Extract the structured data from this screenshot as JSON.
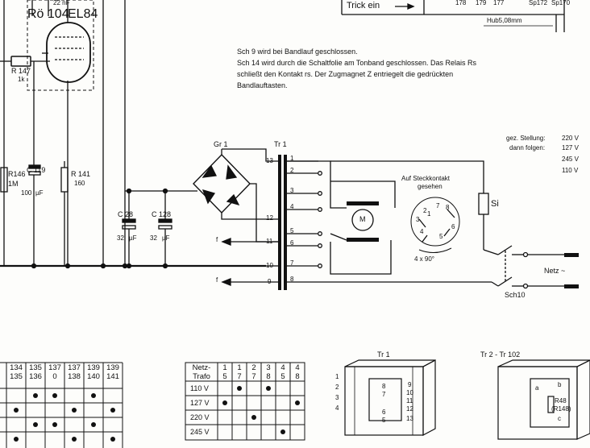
{
  "tube": {
    "label_ro": "Rö 104",
    "label_type": "EL84",
    "cap_top": "22 nF"
  },
  "resistors": {
    "r147": {
      "name": "R 147",
      "value": "1k"
    },
    "r146": {
      "name": "R146",
      "value": "1M"
    },
    "r141": {
      "name": "R 141",
      "value": "160"
    }
  },
  "capacitors": {
    "c119": {
      "name": "C 119",
      "value": "100",
      "unit": "µF"
    },
    "c28": {
      "name": "C 28",
      "value": "32",
      "unit": "µF"
    },
    "c128": {
      "name": "C 128",
      "value": "32",
      "unit": "µF"
    }
  },
  "trick_box": {
    "label": "Trick ein",
    "nums": [
      "178",
      "179",
      "177",
      "Sp172",
      "Sp170"
    ],
    "hub": "Hub5,08mm"
  },
  "notes": {
    "line1": "Sch 9 wird bei Bandlauf geschlossen.",
    "line2": "Sch 14 wird durch die Schaltfolie am Tonband geschlossen. Das Relais Rs",
    "line3": "schließt den Kontakt rs. Der Zugmagnet Z entriegelt die gedrückten",
    "line4": "Bandlauftasten."
  },
  "voltage_legend": {
    "label1": "gez. Stellung:",
    "label2": "dann folgen:",
    "values": [
      "220 V",
      "127 V",
      "245 V",
      "110 V"
    ]
  },
  "rectifier": {
    "label": "Gr 1"
  },
  "transformer": {
    "label": "Tr 1",
    "primary_pins": [
      "13",
      "12",
      "11",
      "10",
      "9"
    ],
    "secondary_pins": [
      "1",
      "2",
      "3",
      "4",
      "5",
      "6",
      "7",
      "8"
    ]
  },
  "motor": {
    "label": "M"
  },
  "socket": {
    "title1": "Auf Steckkontakt",
    "title2": "gesehen",
    "pins": [
      "1",
      "2",
      "3",
      "4",
      "5",
      "6",
      "7",
      "8"
    ],
    "note": "4 x 90°"
  },
  "fuse": {
    "label": "Si"
  },
  "mains": {
    "label": "Netz ~",
    "switch": "Sch10"
  },
  "taps": [
    "f",
    "f"
  ],
  "left_table": {
    "header_top": [
      "134",
      "135",
      "137",
      "137",
      "139",
      "139"
    ],
    "header_bot": [
      "135",
      "136",
      "0",
      "138",
      "140",
      "141"
    ]
  },
  "mains_table": {
    "corner_top": "Netz-",
    "corner_bot": "Trafo",
    "header_top": [
      "1",
      "1",
      "2",
      "3",
      "4",
      "4"
    ],
    "header_bot": [
      "5",
      "7",
      "7",
      "8",
      "5",
      "8"
    ],
    "rows": [
      "110 V",
      "127 V",
      "220 V",
      "245 V"
    ]
  },
  "tr1_drawing": {
    "label": "Tr 1",
    "pins_left": [
      "1",
      "2",
      "3",
      "4"
    ],
    "pins_mid": [
      "8",
      "7",
      "6",
      "5"
    ],
    "pins_right": [
      "9",
      "10",
      "11",
      "12",
      "13"
    ]
  },
  "tr2_drawing": {
    "label": "Tr 2 - Tr 102",
    "pins": [
      "b",
      "a",
      "c"
    ],
    "res1": "R48",
    "res2": "(R148)"
  }
}
